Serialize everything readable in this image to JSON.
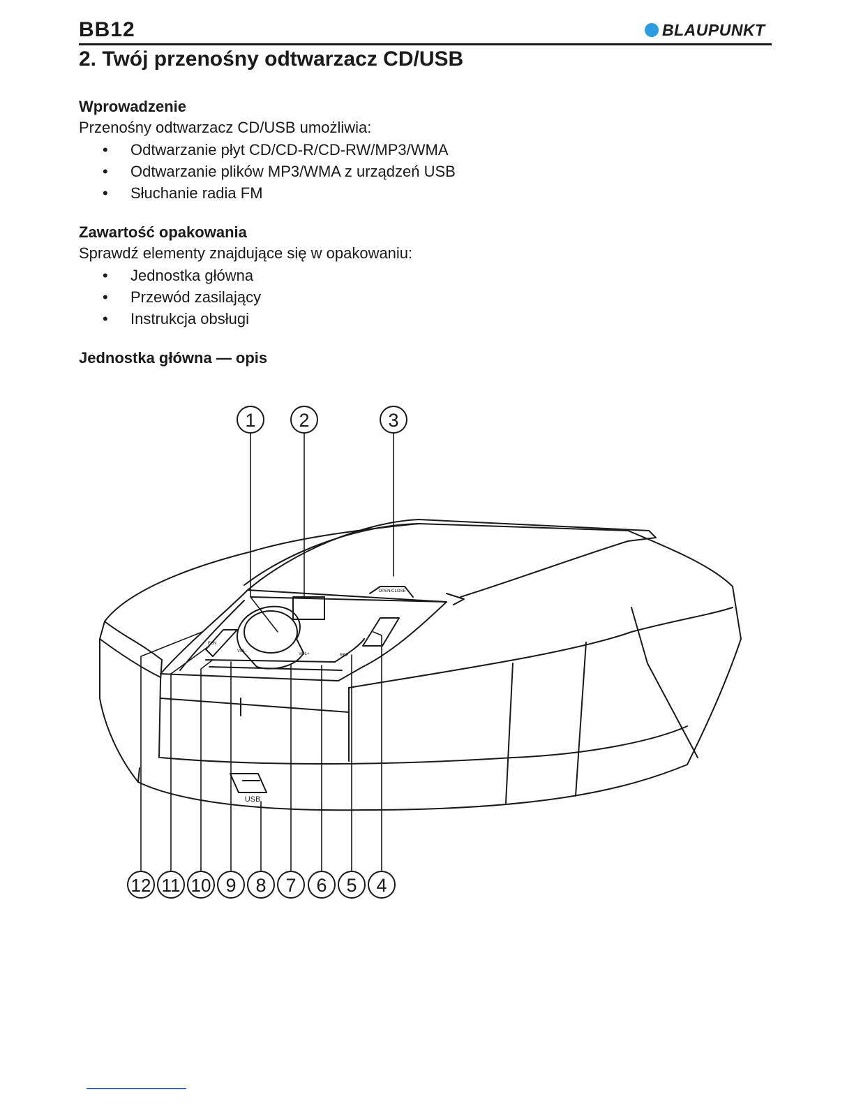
{
  "header": {
    "model": "BB12",
    "brand": "BLAUPUNKT"
  },
  "chapter_title": "2. Twój przenośny odtwarzacz CD/USB",
  "intro": {
    "heading": "Wprowadzenie",
    "text": "Przenośny odtwarzacz CD/USB umożliwia:",
    "items": [
      "Odtwarzanie płyt CD/CD-R/CD-RW/MP3/WMA",
      "Odtwarzanie plików MP3/WMA z urządzeń USB",
      "Słuchanie radia FM"
    ]
  },
  "package": {
    "heading": "Zawartość opakowania",
    "text": "Sprawdź elementy znajdujące się w opakowaniu:",
    "items": [
      "Jednostka główna",
      "Przewód zasilający",
      "Instrukcja obsługi"
    ]
  },
  "unit_heading": "Jednostka główna — opis",
  "bullet": "•",
  "figure": {
    "top_callouts": [
      "1",
      "2",
      "3"
    ],
    "bottom_callouts": [
      "12",
      "11",
      "10",
      "9",
      "8",
      "7",
      "6",
      "5",
      "4"
    ],
    "device_labels": {
      "usb": "USB",
      "open_close": "OPEN/CLOSE",
      "vol_minus": "VOL-",
      "vol_plus": "VOL+",
      "rep": "REP",
      "fun": "FUN"
    }
  },
  "colors": {
    "text": "#1a1a1a",
    "brand_dot": "#2a9ee0",
    "footer_line": "#3a66c8"
  }
}
